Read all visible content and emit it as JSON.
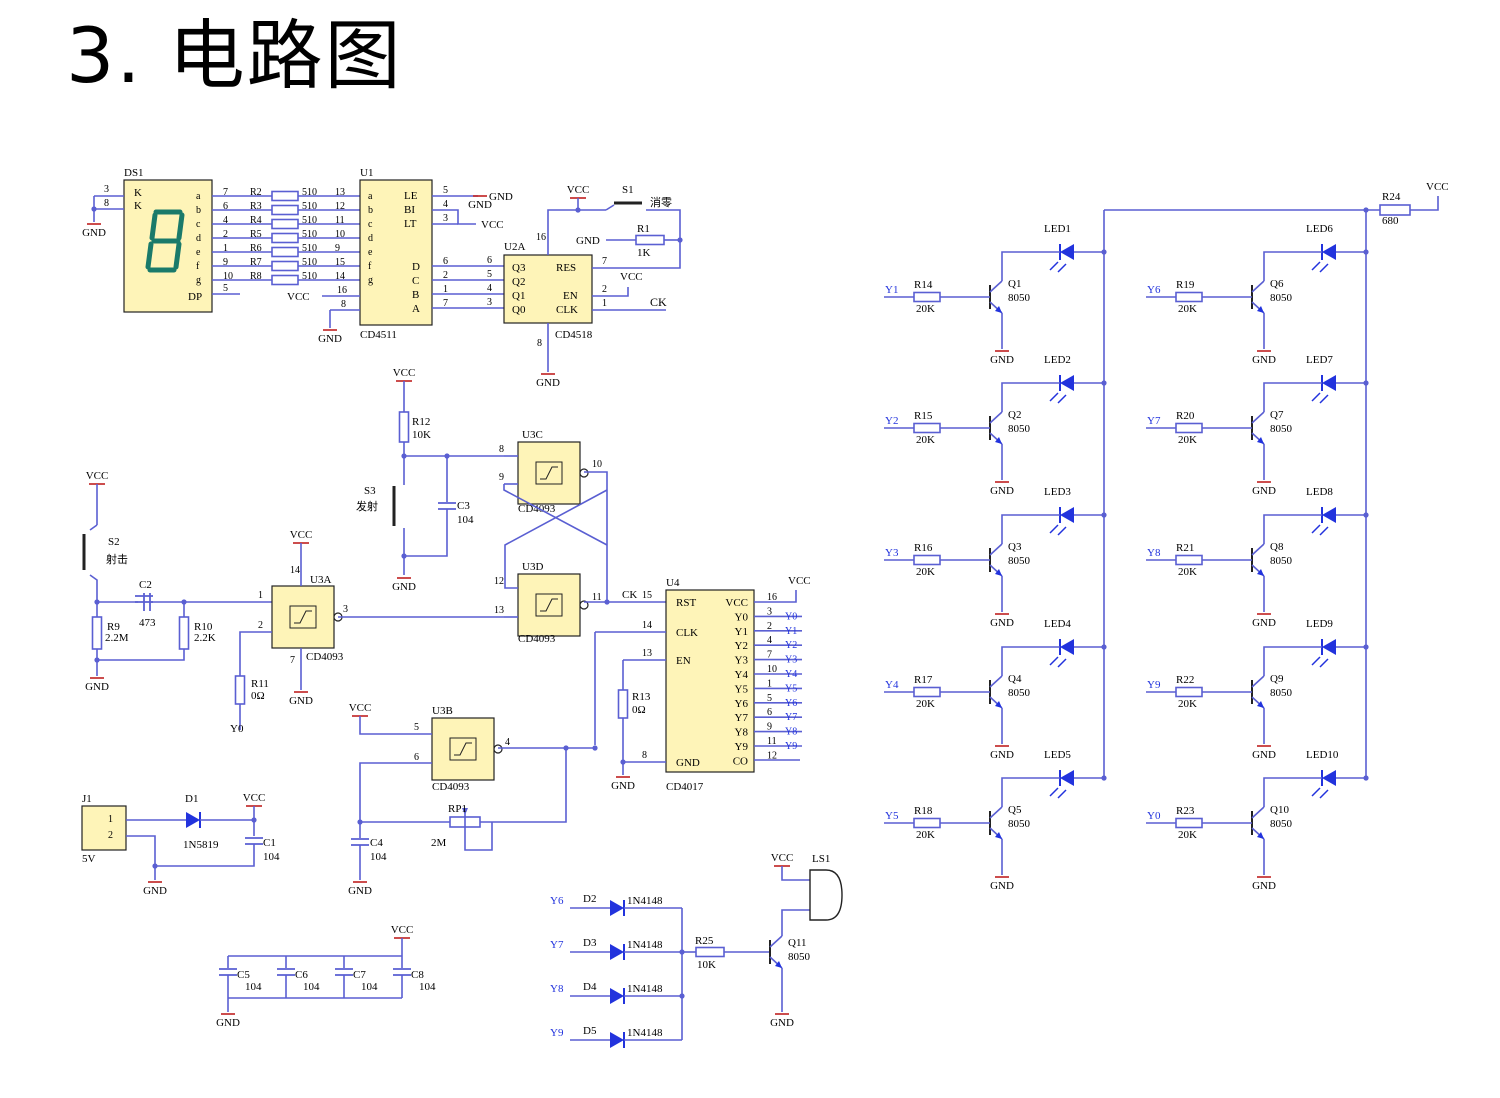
{
  "title": "3. 电路图",
  "colors": {
    "wire": "#5a5fd2",
    "ic_fill": "#fef4b8",
    "diode_fill": "#2233dd",
    "text": "#000000"
  },
  "labels": {
    "ds1": "DS1",
    "ds1_k": "K",
    "ds1_dp": "DP",
    "ds1_p3": "3",
    "ds1_p8": "8",
    "ds1_p5": "5",
    "seg": [
      "a",
      "b",
      "c",
      "d",
      "e",
      "f",
      "g"
    ],
    "seg_pins": [
      "7",
      "6",
      "4",
      "2",
      "1",
      "9",
      "10"
    ],
    "res_seg": [
      "R2",
      "R3",
      "R4",
      "R5",
      "R6",
      "R7",
      "R8"
    ],
    "res_val": "510",
    "u1_pins_l": [
      "13",
      "12",
      "11",
      "10",
      "9",
      "15",
      "14"
    ],
    "u1": "U1",
    "cd4511": "CD4511",
    "u1_le": "LE",
    "u1_bi": "BI",
    "u1_lt": "LT",
    "u1_dcba": [
      "D",
      "C",
      "B",
      "A"
    ],
    "u1_p5": "5",
    "u1_p4": "4",
    "u1_p3": "3",
    "u1_p16": "16",
    "u1_p8": "8",
    "u1_pr": [
      "6",
      "2",
      "1",
      "7"
    ],
    "u2a": "U2A",
    "cd4518": "CD4518",
    "u2_q": [
      "Q3",
      "Q2",
      "Q1",
      "Q0"
    ],
    "u2_pl": [
      "6",
      "5",
      "4",
      "3"
    ],
    "u2_res": "RES",
    "u2_en": "EN",
    "u2_clk": "CLK",
    "u2_p7": "7",
    "u2_p2": "2",
    "u2_p1": "1",
    "u2_p16": "16",
    "u2_p8": "8",
    "s1": "S1",
    "s1_txt": "消零",
    "r1": "R1",
    "r1_val": "1K",
    "vcc": "VCC",
    "gnd": "GND",
    "ck": "CK",
    "s2": "S2",
    "s2_txt": "射击",
    "c2": "C2",
    "c2_val": "473",
    "r9": "R9",
    "r9_val": "2.2M",
    "r10": "R10",
    "r10_val": "2.2K",
    "r11": "R11",
    "r11_val": "0Ω",
    "u3a": "U3A",
    "cd4093": "CD4093",
    "u3a_p": [
      "1",
      "2",
      "3",
      "14",
      "7"
    ],
    "r12": "R12",
    "r12_val": "10K",
    "s3": "S3",
    "s3_txt": "发射",
    "c3": "C3",
    "c3_val": "104",
    "u3c": "U3C",
    "u3c_p": [
      "8",
      "9",
      "10"
    ],
    "u3d": "U3D",
    "u3d_p": [
      "12",
      "13",
      "11"
    ],
    "u4": "U4",
    "cd4017": "CD4017",
    "u4_l": [
      "RST",
      "CLK",
      "EN",
      "GND"
    ],
    "u4_lp": [
      "15",
      "14",
      "13",
      "8"
    ],
    "u4_r": [
      "VCC",
      "Y0",
      "Y1",
      "Y2",
      "Y3",
      "Y4",
      "Y5",
      "Y6",
      "Y7",
      "Y8",
      "Y9",
      "CO"
    ],
    "u4_rp": [
      "16",
      "3",
      "2",
      "4",
      "7",
      "10",
      "1",
      "5",
      "6",
      "9",
      "11",
      "12"
    ],
    "ynets": [
      "Y0",
      "Y1",
      "Y2",
      "Y3",
      "Y4",
      "Y5",
      "Y6",
      "Y7",
      "Y8",
      "Y9"
    ],
    "r13": "R13",
    "r13_val": "0Ω",
    "u3b": "U3B",
    "u3b_p": [
      "5",
      "6",
      "4"
    ],
    "rp1": "RP1",
    "rp1_val": "2M",
    "c4": "C4",
    "c4_val": "104",
    "j1": "J1",
    "j1_p": [
      "1",
      "2"
    ],
    "j1_val": "5V",
    "d1": "D1",
    "d1_val": "1N5819",
    "c1": "C1",
    "c1_val": "104",
    "cdec": [
      "C5",
      "C6",
      "C7",
      "C8"
    ],
    "cdec_val": "104",
    "dsnd": [
      "D2",
      "D3",
      "D4",
      "D5"
    ],
    "dsnd_val": "1N4148",
    "dsnd_y": [
      "Y6",
      "Y7",
      "Y8",
      "Y9"
    ],
    "r25": "R25",
    "r25_val": "10K",
    "q11": "Q11",
    "qval": "8050",
    "ls1": "LS1",
    "r24": "R24",
    "r24_val": "680",
    "led": [
      "LED1",
      "LED2",
      "LED3",
      "LED4",
      "LED5",
      "LED6",
      "LED7",
      "LED8",
      "LED9",
      "LED10"
    ],
    "qs": [
      "Q1",
      "Q2",
      "Q3",
      "Q4",
      "Q5",
      "Q6",
      "Q7",
      "Q8",
      "Q9",
      "Q10"
    ],
    "rb": [
      "R14",
      "R15",
      "R16",
      "R17",
      "R18",
      "R19",
      "R20",
      "R21",
      "R22",
      "R23"
    ],
    "rb_val": "20K",
    "y_left": [
      "Y1",
      "Y2",
      "Y3",
      "Y4",
      "Y5"
    ],
    "y_right": [
      "Y6",
      "Y7",
      "Y8",
      "Y9",
      "Y0"
    ]
  }
}
